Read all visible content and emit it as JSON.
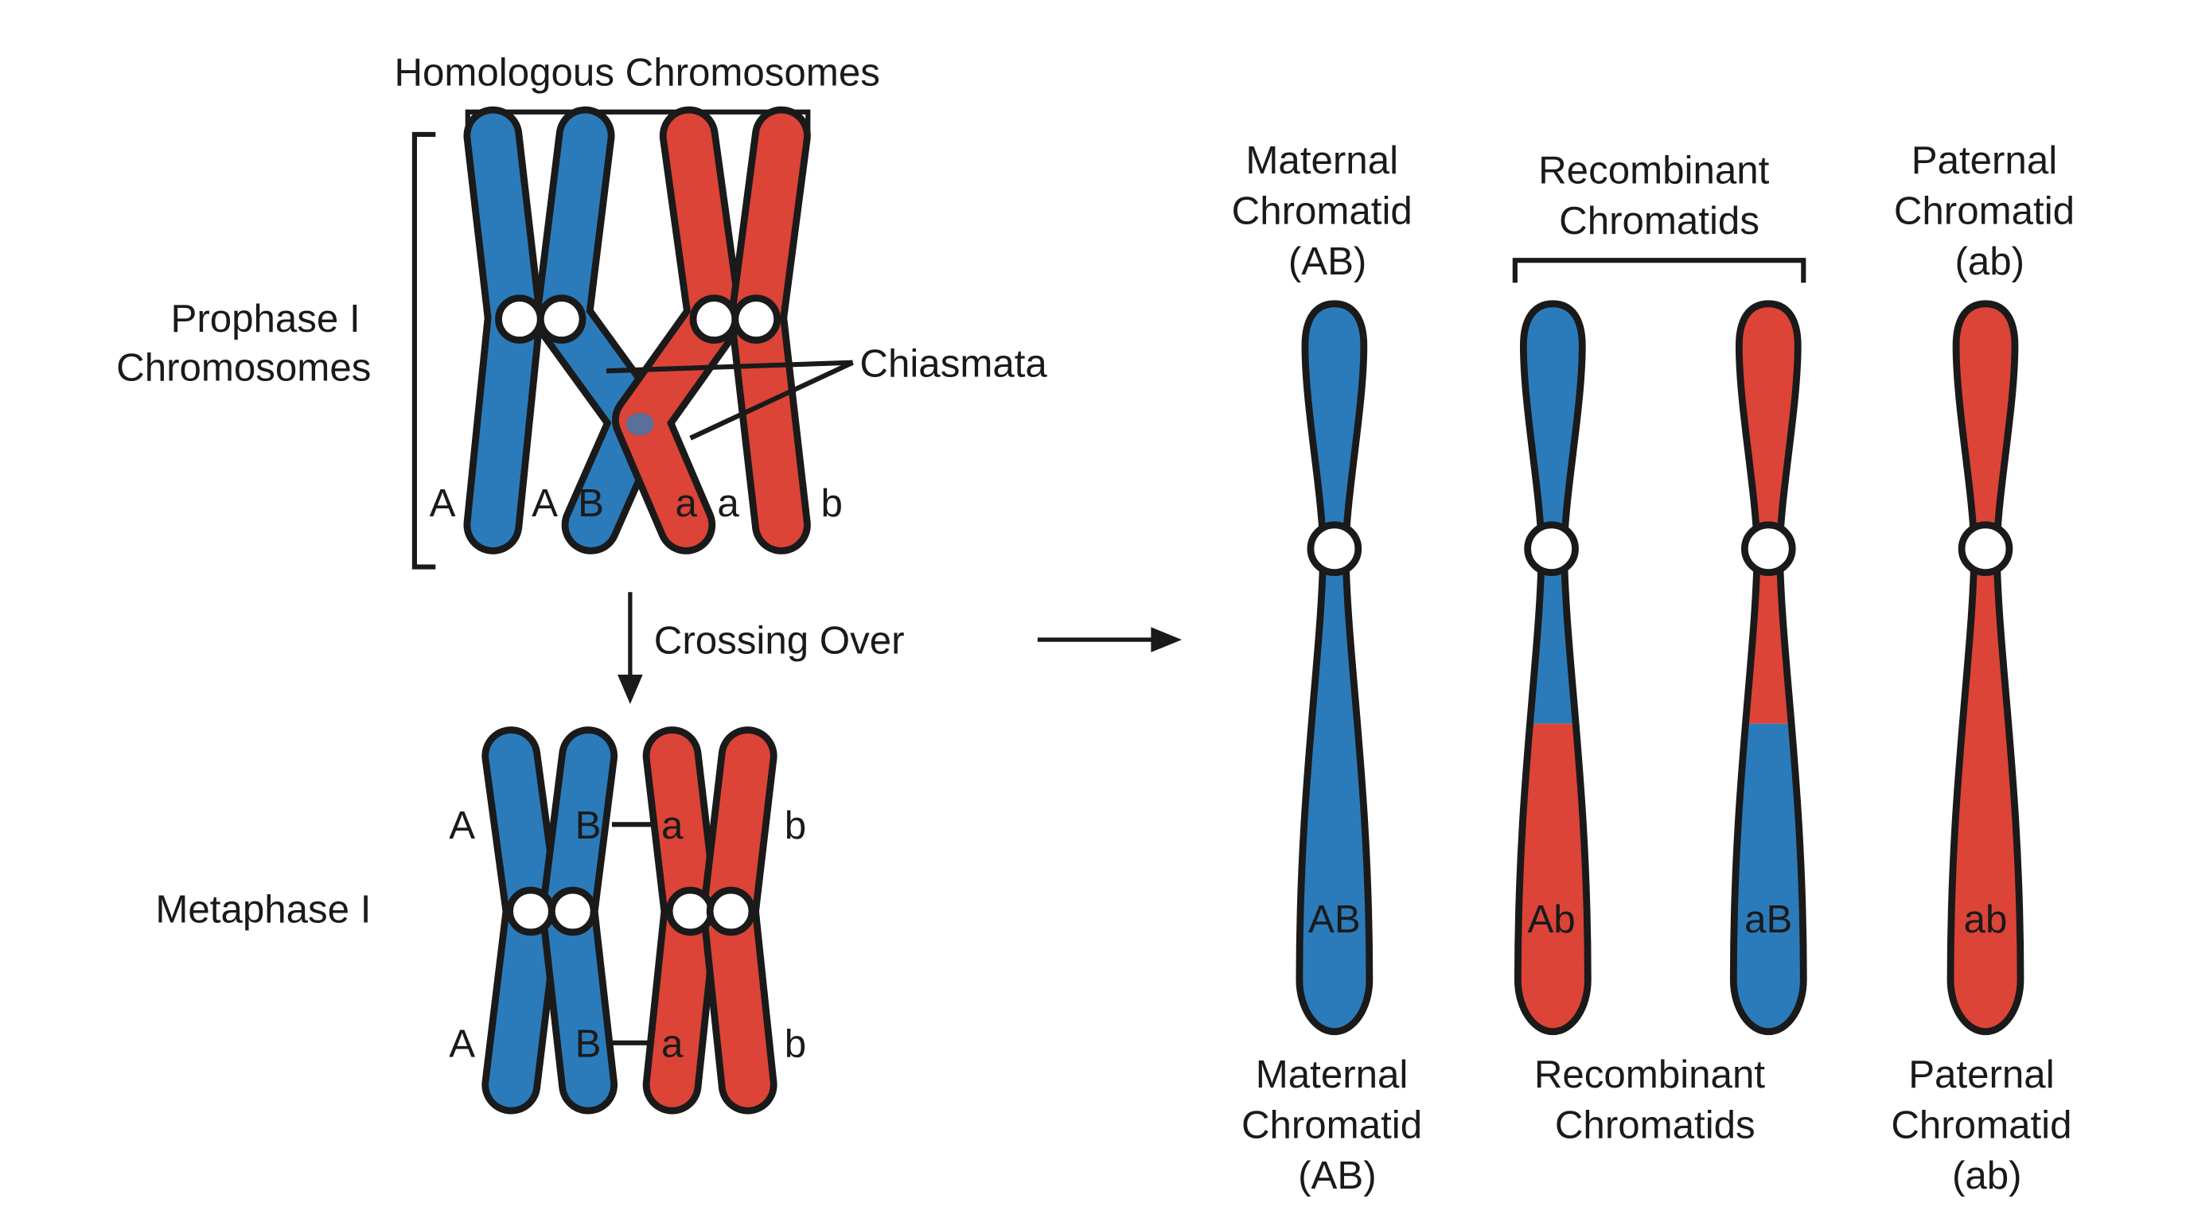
{
  "colors": {
    "maternal": "#2B7BBA",
    "paternal": "#DB4437",
    "outline": "#1a1a1a",
    "background": "#ffffff"
  },
  "labels": {
    "homologous": "Homologous Chromosomes",
    "prophase_line1": "Prophase I",
    "prophase_line2": "Chromosomes",
    "chiasmata": "Chiasmata",
    "crossing_over": "Crossing Over",
    "metaphase": "Metaphase I"
  },
  "prophase_alleles": [
    "A",
    "A",
    "B",
    "a",
    "a",
    "b"
  ],
  "metaphase_alleles": {
    "top": [
      "A",
      "B",
      "a",
      "b"
    ],
    "bottom": [
      "A",
      "B",
      "a",
      "b"
    ]
  },
  "products_top": {
    "maternal": [
      "Maternal",
      "Chromatid",
      "(AB)"
    ],
    "recombinant": [
      "Recombinant",
      "Chromatids"
    ],
    "paternal": [
      "Paternal",
      "Chromatid",
      "(ab)"
    ]
  },
  "products": [
    {
      "genotype": "AB",
      "upper_color": "maternal",
      "lower_color": "maternal"
    },
    {
      "genotype": "Ab",
      "upper_color": "maternal",
      "lower_color": "paternal"
    },
    {
      "genotype": "aB",
      "upper_color": "paternal",
      "lower_color": "maternal"
    },
    {
      "genotype": "ab",
      "upper_color": "paternal",
      "lower_color": "paternal"
    }
  ],
  "products_bottom": {
    "maternal": [
      "Maternal",
      "Chromatid",
      "(AB)"
    ],
    "recombinant": [
      "Recombinant",
      "Chromatids"
    ],
    "paternal": [
      "Paternal",
      "Chromatid",
      "(ab)"
    ]
  }
}
